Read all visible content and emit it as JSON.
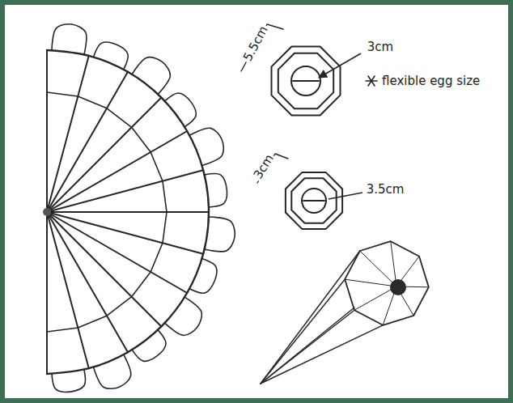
{
  "diagram": {
    "labels": [
      "5.5cm",
      "3cm",
      "flexible egg size",
      "3cm",
      "3.5cm"
    ]
  }
}
